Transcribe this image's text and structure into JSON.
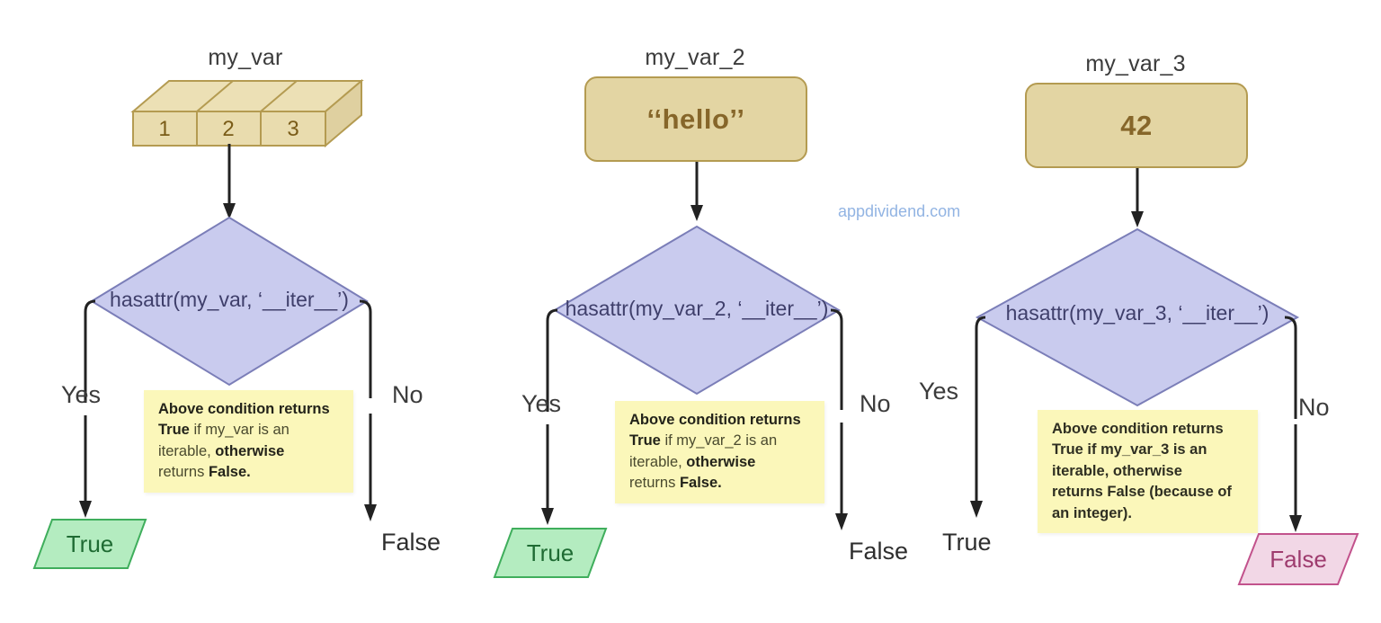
{
  "watermark": {
    "text": "appdividend.com",
    "color": "#92b4e3"
  },
  "palette": {
    "box_fill": "#e3d5a3",
    "box_stroke": "#b49b51",
    "diamond_fill": "#c9cbee",
    "diamond_stroke": "#7b7eb8",
    "note_fill": "#fbf7ba",
    "true_fill": "#b4ecc0",
    "true_stroke": "#3fae5c",
    "false_fill": "#f2d7e6",
    "false_stroke": "#c2528c",
    "connector": "#222222"
  },
  "columns": [
    {
      "title": "my_var",
      "value_kind": "list-3d-box",
      "cells": [
        "1",
        "2",
        "3"
      ],
      "condition": "hasattr(my_var, ‘__iter__’)",
      "yes_label": "Yes",
      "no_label": "No",
      "yes_outcome": {
        "text": "True",
        "shape": "parallelogram-green"
      },
      "no_outcome": {
        "text": "False",
        "shape": "plain-text"
      },
      "note": {
        "lines": [
          [
            {
              "t": "Above condition  returns",
              "b": true
            }
          ],
          [
            {
              "t": "True",
              "b": true
            },
            {
              "t": " if my_var is an",
              "b": false
            }
          ],
          [
            {
              "t": "iterable, ",
              "b": false
            },
            {
              "t": "otherwise",
              "b": true
            }
          ],
          [
            {
              "t": "returns ",
              "b": false
            },
            {
              "t": "False.",
              "b": true
            }
          ]
        ]
      }
    },
    {
      "title": "my_var_2",
      "value_kind": "rounded-box",
      "value": "‘‘hello’’",
      "condition": "hasattr(my_var_2, ‘__iter__’)",
      "yes_label": "Yes",
      "no_label": "No",
      "yes_outcome": {
        "text": "True",
        "shape": "parallelogram-green"
      },
      "no_outcome": {
        "text": "False",
        "shape": "plain-text"
      },
      "note": {
        "lines": [
          [
            {
              "t": "Above condition  returns",
              "b": true
            }
          ],
          [
            {
              "t": "True",
              "b": true
            },
            {
              "t": " if my_var_2 is an",
              "b": false
            }
          ],
          [
            {
              "t": "iterable, ",
              "b": false
            },
            {
              "t": "otherwise",
              "b": true
            }
          ],
          [
            {
              "t": "returns ",
              "b": false
            },
            {
              "t": "False.",
              "b": true
            }
          ]
        ]
      }
    },
    {
      "title": "my_var_3",
      "value_kind": "rounded-box",
      "value": "42",
      "condition": "hasattr(my_var_3, ‘__iter__’)",
      "yes_label": "Yes",
      "no_label": "No",
      "yes_outcome": {
        "text": "True",
        "shape": "plain-text"
      },
      "no_outcome": {
        "text": "False",
        "shape": "parallelogram-pink"
      },
      "note": {
        "lines": [
          [
            {
              "t": "Above condition  returns",
              "b": false
            }
          ],
          [
            {
              "t": "True if my_var_3 is an",
              "b": false
            }
          ],
          [
            {
              "t": "iterable, otherwise",
              "b": false
            }
          ],
          [
            {
              "t": "returns False (because of",
              "b": false
            }
          ],
          [
            {
              "t": "an integer).",
              "b": false
            }
          ]
        ]
      }
    }
  ]
}
